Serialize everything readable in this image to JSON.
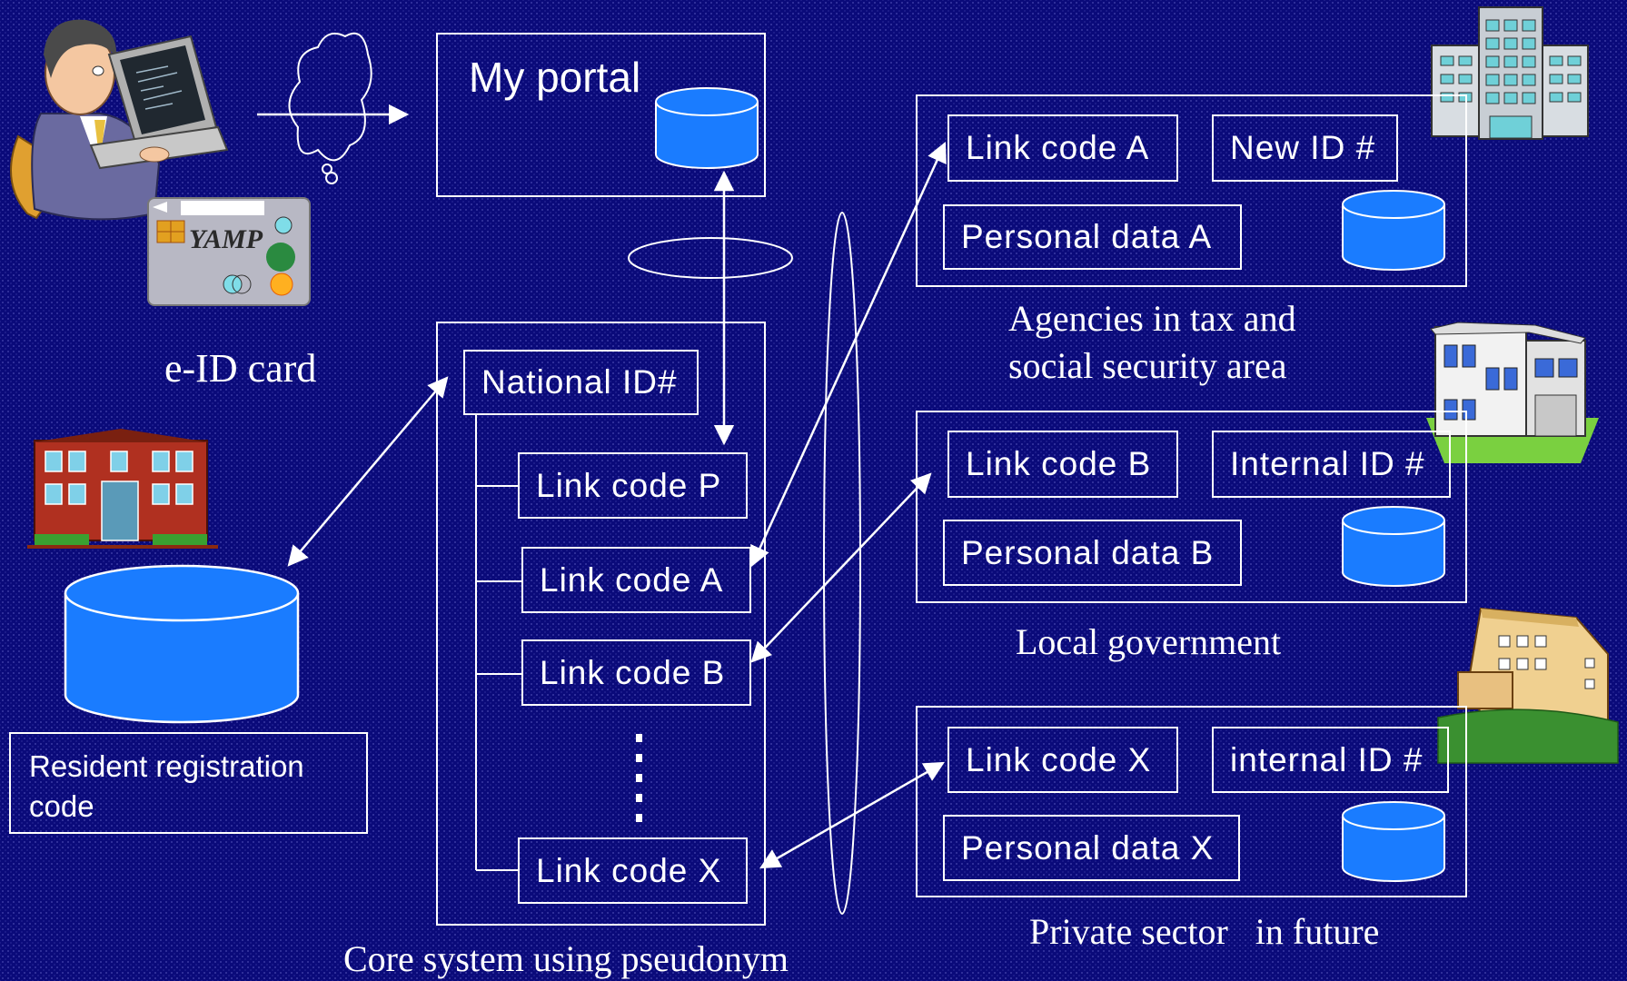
{
  "portal": {
    "title": "My portal"
  },
  "card": {
    "caption": "e-ID card"
  },
  "resident": {
    "label": "Resident registration code"
  },
  "core": {
    "national_id": "National ID#",
    "links": [
      "Link code P",
      "Link code A",
      "Link code B",
      "Link code X"
    ],
    "caption": "Core system using pseudonym"
  },
  "agency_tax": {
    "link": "Link code A",
    "id": "New ID #",
    "data": "Personal data A",
    "caption_line1": "Agencies in tax and",
    "caption_line2": "social security area"
  },
  "agency_local": {
    "link": "Link code B",
    "id": "Internal ID #",
    "data": "Personal data B",
    "caption": "Local government"
  },
  "agency_private": {
    "link": "Link code X",
    "id": "internal ID #",
    "data": "Personal data X",
    "caption": "Private sector   in future"
  },
  "colors": {
    "background": "#0a0a7a",
    "database": "#1a7cff",
    "card": "#b8b8c4"
  }
}
